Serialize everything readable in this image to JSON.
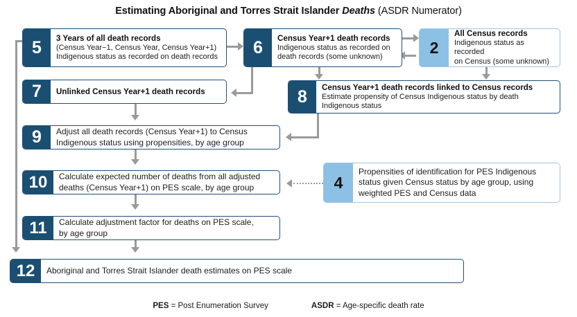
{
  "title": {
    "lead": "Estimating Aboriginal and Torres Strait Islander ",
    "emphasis": "Deaths",
    "trail": " (ASDR Numerator)"
  },
  "colors": {
    "dark_number_fill": "#1b4f72",
    "dark_border": "#1f4e79",
    "light_number_fill": "#8cc0e4",
    "light_border": "#9fc5e2",
    "connector": "#9a9a9a",
    "background": "#ffffff"
  },
  "boxes": [
    {
      "id": "box-5",
      "number": "5",
      "style": "dark",
      "heading": "3 Years of all death records",
      "lines": [
        "(Census Year−1, Census Year, Census Year+1)",
        "Indigenous status as recorded on death records"
      ]
    },
    {
      "id": "box-6",
      "number": "6",
      "style": "dark",
      "heading": "Census Year+1 death records",
      "lines": [
        "Indigenous status as recorded on",
        "death records (some unknown)"
      ]
    },
    {
      "id": "box-2",
      "number": "2",
      "style": "light",
      "heading": "All Census records",
      "lines": [
        "Indigenous status as recorded",
        "on Census (some unknown)"
      ]
    },
    {
      "id": "box-7",
      "number": "7",
      "style": "dark",
      "heading": "Unlinked Census Year+1 death records",
      "lines": []
    },
    {
      "id": "box-8",
      "number": "8",
      "style": "dark",
      "heading": "Census Year+1 death records linked to Census records",
      "lines": [
        "Estimate propensity of Census Indigenous status by death",
        "Indigenous status"
      ]
    },
    {
      "id": "box-9",
      "number": "9",
      "style": "dark",
      "heading": "",
      "lines": [
        "Adjust all death records (Census Year+1) to Census",
        "Indigenous status using propensities, by age group"
      ]
    },
    {
      "id": "box-10",
      "number": "10",
      "style": "dark",
      "heading": "",
      "lines": [
        "Calculate expected number of deaths from all adjusted",
        "deaths (Census Year+1) on PES scale, by age group"
      ]
    },
    {
      "id": "box-4",
      "number": "4",
      "style": "light",
      "heading": "",
      "lines": [
        "Propensities of identification for PES Indigenous",
        "status given Census status by age group, using",
        "weighted PES and Census data"
      ]
    },
    {
      "id": "box-11",
      "number": "11",
      "style": "dark",
      "heading": "",
      "lines": [
        "Calculate adjustment factor for deaths on PES scale,",
        "by age group"
      ]
    },
    {
      "id": "box-12",
      "number": "12",
      "style": "dark",
      "heading": "",
      "lines": [
        "Aboriginal and Torres Strait Islander death estimates on PES scale"
      ]
    }
  ],
  "footer": {
    "pes_key": "PES",
    "pes_def": " = Post Enumeration Survey",
    "asdr_key": "ASDR",
    "asdr_def": " =  Age-specific death rate"
  }
}
